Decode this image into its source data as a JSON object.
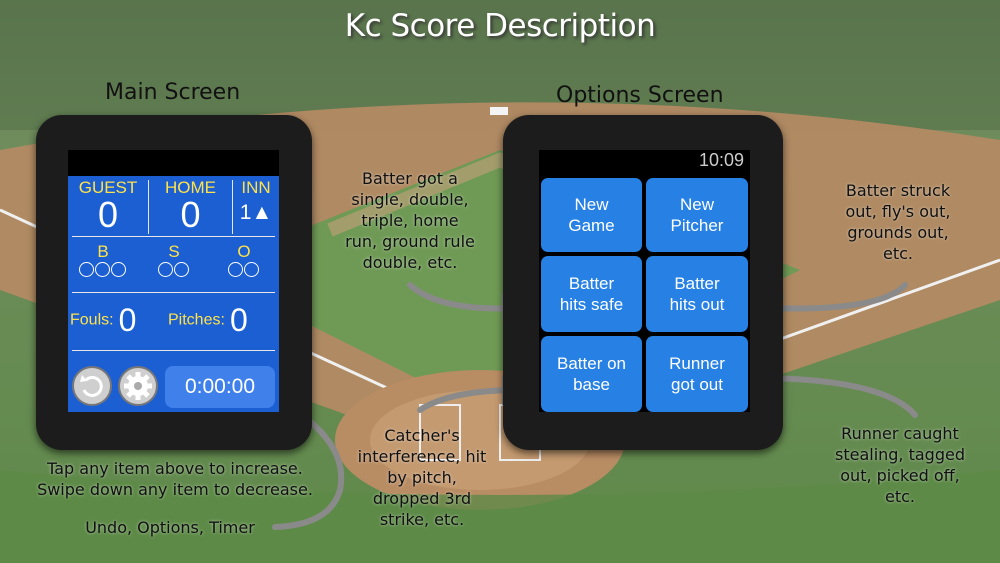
{
  "title": "Kc Score Description",
  "main_label": "Main Screen",
  "options_label": "Options Screen",
  "scoreboard": {
    "guest_label": "GUEST",
    "guest_score": "0",
    "home_label": "HOME",
    "home_score": "0",
    "inn_label": "INN",
    "inning": "1▲",
    "balls_label": "B",
    "strikes_label": "S",
    "outs_label": "O",
    "fouls_label": "Fouls:",
    "fouls": "0",
    "pitches_label": "Pitches:",
    "pitches": "0",
    "timer": "0:00:00"
  },
  "options": {
    "time": "10:09",
    "buttons": [
      {
        "line1": "New",
        "line2": "Game"
      },
      {
        "line1": "New",
        "line2": "Pitcher"
      },
      {
        "line1": "Batter",
        "line2": "hits safe"
      },
      {
        "line1": "Batter",
        "line2": "hits out"
      },
      {
        "line1": "Batter on",
        "line2": "base"
      },
      {
        "line1": "Runner",
        "line2": "got out"
      }
    ]
  },
  "notes": {
    "hit_safe": [
      "Batter got a",
      "single, double,",
      "triple, home",
      "run, ground rule",
      "double, etc."
    ],
    "struck_out": [
      "Batter struck",
      "out, fly's out,",
      "grounds out,",
      "etc."
    ],
    "on_base": [
      "Catcher's",
      "interference, hit",
      "by pitch,",
      "dropped 3rd",
      "strike, etc."
    ],
    "runner_out": [
      "Runner caught",
      "stealing, tagged",
      "out, picked off,",
      "etc."
    ],
    "tap": [
      "Tap any item above to increase.",
      "Swipe down any item to decrease."
    ],
    "undo": "Undo, Options, Timer"
  },
  "colors": {
    "scoreboard_blue": "#1b5fd3",
    "option_blue": "#2780e4",
    "header_yellow": "#ffe24a"
  }
}
